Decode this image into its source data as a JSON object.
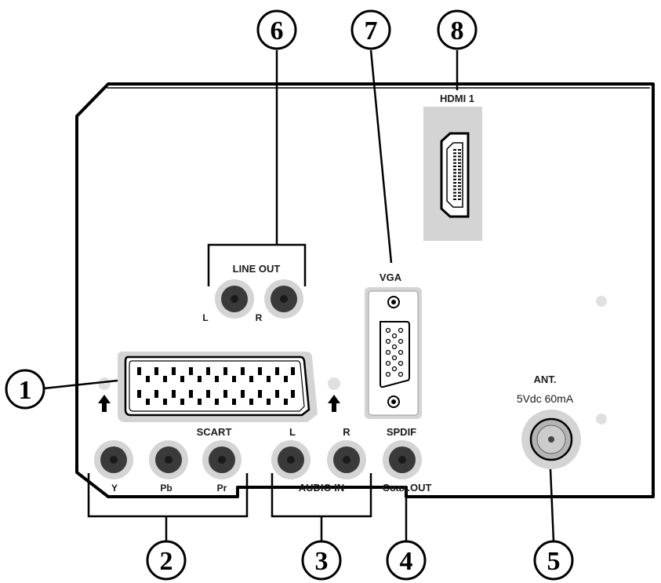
{
  "callouts": [
    {
      "id": "1",
      "label": "1"
    },
    {
      "id": "2",
      "label": "2"
    },
    {
      "id": "3",
      "label": "3"
    },
    {
      "id": "4",
      "label": "4"
    },
    {
      "id": "5",
      "label": "5"
    },
    {
      "id": "6",
      "label": "6"
    },
    {
      "id": "7",
      "label": "7"
    },
    {
      "id": "8",
      "label": "8"
    }
  ],
  "ports": {
    "hdmi": {
      "title": "HDMI 1"
    },
    "line_out": {
      "title": "LINE OUT",
      "left": "L",
      "right": "R"
    },
    "vga": {
      "title": "VGA"
    },
    "scart": {
      "title": "SCART"
    },
    "component": {
      "y": "Y",
      "pb": "Pb",
      "pr": "Pr"
    },
    "audio_in": {
      "left": "L",
      "right": "R",
      "title": "AUDIO IN"
    },
    "spdif": {
      "title": "SPDIF",
      "sub": "Coax.OUT"
    },
    "antenna": {
      "title": "ANT.",
      "spec": "5Vdc 60mA"
    }
  },
  "colors": {
    "panel_stroke": "#000000",
    "port_bg": "#d4d4d4",
    "jack": "#3a3a3a"
  }
}
